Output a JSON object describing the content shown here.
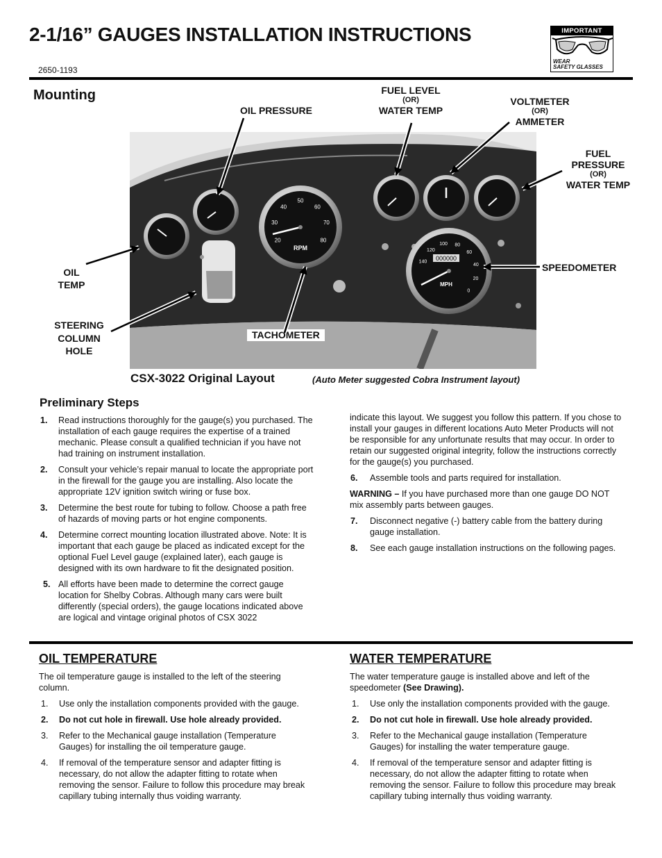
{
  "header": {
    "title": "2-1/16” GAUGES INSTALLATION INSTRUCTIONS",
    "doc_number": "2650-1193",
    "badge": {
      "top": "IMPORTANT",
      "line1": "WEAR",
      "line2": "SAFETY GLASSES"
    }
  },
  "mounting": {
    "heading": "Mounting",
    "labels": {
      "oil_pressure": "OIL PRESSURE",
      "fuel_level": "FUEL LEVEL",
      "fuel_level_or": "(OR)",
      "water_temp_1": "WATER TEMP",
      "voltmeter": "VOLTMETER",
      "voltmeter_or": "(OR)",
      "ammeter": "AMMETER",
      "fuel_pressure_1": "FUEL",
      "fuel_pressure_2": "PRESSURE",
      "fuel_pressure_or": "(OR)",
      "water_temp_2": "WATER TEMP",
      "oil_temp_1": "OIL",
      "oil_temp_2": "TEMP",
      "steering_1": "STEERING",
      "steering_2": "COLUMN",
      "steering_3": "HOLE",
      "speedometer": "SPEEDOMETER",
      "tachometer": "TACHOMETER"
    },
    "caption": "CSX-3022 Original Layout",
    "caption_note": "(Auto Meter suggested Cobra Instrument layout)"
  },
  "preliminary": {
    "heading": "Preliminary Steps",
    "left_items": [
      {
        "num": "1.",
        "text": "Read instructions thoroughly for the gauge(s) you purchased. The installation of each gauge requires the expertise of a trained mechanic.  Please consult a qualified technician if you have not had training on instrument installation."
      },
      {
        "num": "2.",
        "text": "Consult your vehicle’s repair manual to locate the appropriate port in the firewall for the gauge you are installing.  Also locate the appropriate 12V ignition switch wiring or fuse box."
      },
      {
        "num": "3.",
        "text": "Determine the best route for tubing to follow.  Choose a path free of hazards of moving parts or hot engine components."
      },
      {
        "num": "4.",
        "text": "Determine correct mounting location illustrated above.  Note: It is important that each gauge be placed as indicated except for the optional Fuel Level gauge (explained later), each gauge is designed with its own hardware to fit the designated position."
      },
      {
        "num": "5.",
        "text": "All efforts have been made to determine the correct gauge location for Shelby Cobras.  Although many cars were built differently (special orders), the gauge locations indicated above are logical and vintage original photos of CSX 3022"
      }
    ],
    "continuation": "indicate this layout.  We suggest you follow this pattern.  If you chose to install your gauges in different locations Auto Meter Products will not be responsible for any unfortunate results that may occur.  In order to retain our suggested original integrity, follow the instructions correctly for the gauge(s) you purchased.",
    "item6": {
      "num": "6.",
      "text": "Assemble tools and parts required for installation."
    },
    "warning_label": "WARNING –",
    "warning_text": " If you have purchased more than one gauge DO NOT mix assembly parts between gauges.",
    "item7": {
      "num": "7.",
      "text": "Disconnect negative (-) battery cable from the battery during gauge installation."
    },
    "item8": {
      "num": "8.",
      "text": "See each gauge installation instructions on the following pages."
    }
  },
  "oil_temperature": {
    "heading": "OIL TEMPERATURE",
    "intro": "The oil temperature gauge is installed to the left of the steering column.",
    "items": [
      {
        "num": "1.",
        "text": "Use only the installation components provided with the gauge."
      },
      {
        "num": "2.",
        "text": "Do not cut hole in firewall. Use hole already provided."
      },
      {
        "num": "3.",
        "text": "Refer to the Mechanical gauge installation (Temperature Gauges) for installing the oil temperature gauge."
      },
      {
        "num": "4.",
        "text": "If removal of the temperature sensor and adapter fitting is necessary, do not allow the adapter fitting to rotate when removing the sensor. Failure to follow this procedure may break capillary tubing internally thus voiding warranty."
      }
    ]
  },
  "water_temperature": {
    "heading": "WATER TEMPERATURE",
    "intro": "The water temperature gauge is installed above and left of the speedometer ",
    "intro_bold": "(See Drawing).",
    "items": [
      {
        "num": "1.",
        "text": "Use only the installation components provided with the gauge."
      },
      {
        "num": "2.",
        "text": "Do not cut hole in firewall. Use hole already provided."
      },
      {
        "num": "3.",
        "text": "Refer to the Mechanical gauge installation (Temperature Gauges) for installing the water temperature gauge."
      },
      {
        "num": "4.",
        "text": "If removal of the temperature sensor and adapter fitting is necessary, do not allow the adapter fitting to rotate when removing the sensor. Failure to follow this procedure may break capillary tubing internally thus voiding warranty."
      }
    ]
  },
  "gauge_faces": {
    "tach_ticks": [
      "20",
      "30",
      "40",
      "50",
      "60",
      "70",
      "80"
    ],
    "tach_unit": "RPM",
    "speedo_ticks": [
      "140",
      "120",
      "100",
      "80",
      "60",
      "40",
      "20",
      "0"
    ],
    "speedo_unit": "MPH",
    "odometer": "000000"
  }
}
